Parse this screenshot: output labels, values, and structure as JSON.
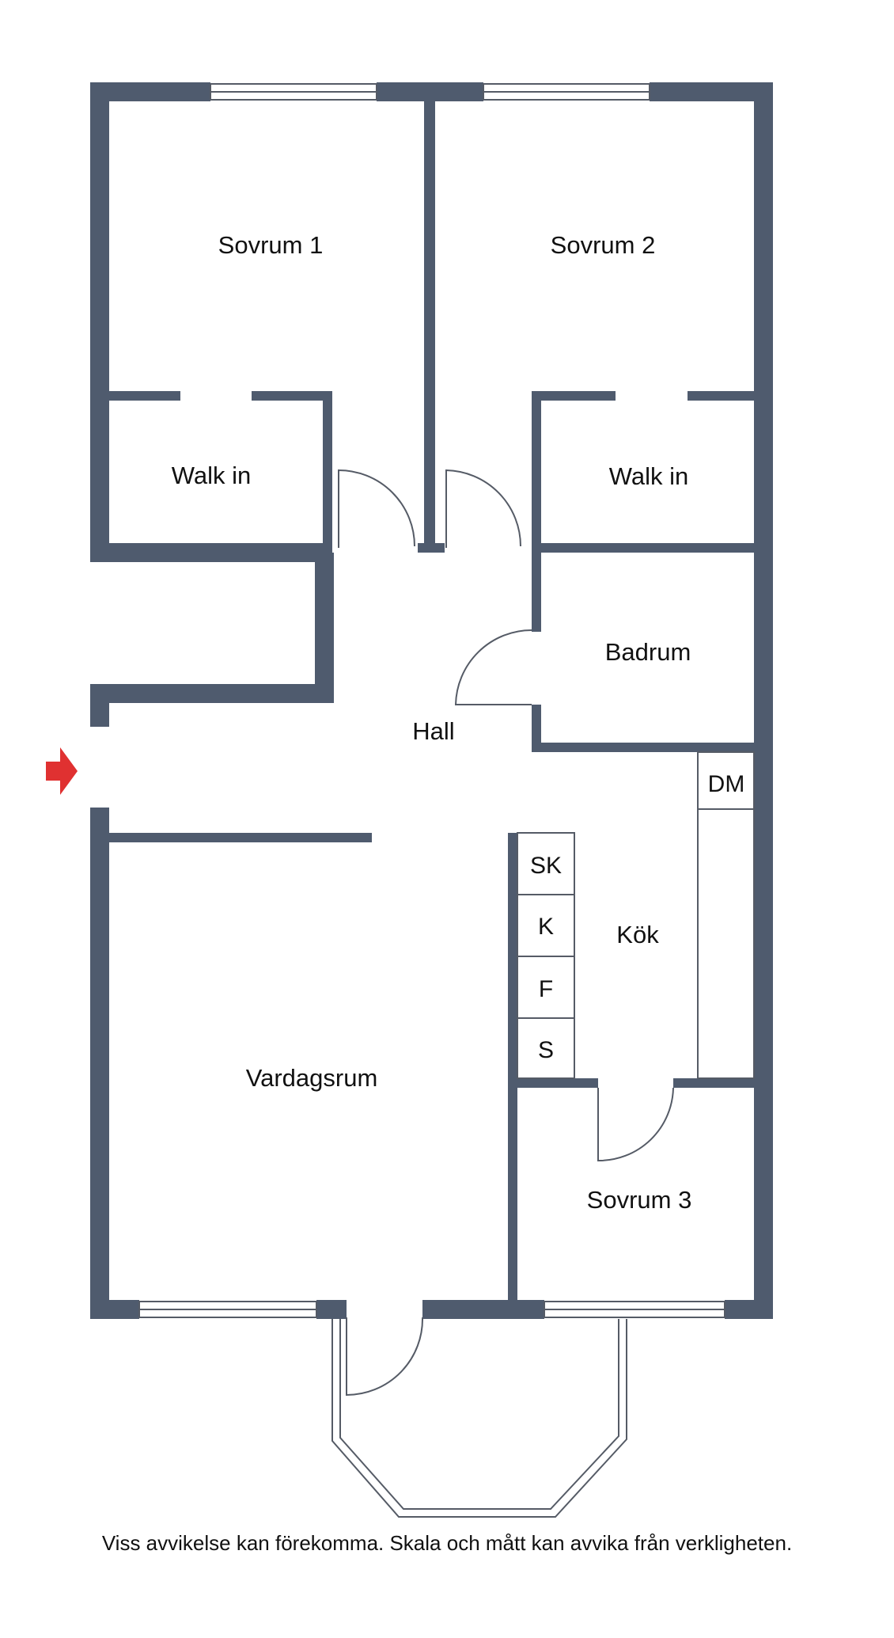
{
  "colors": {
    "wall": "#4f5b6e",
    "entrance_arrow": "#e03131",
    "line": "#555b66"
  },
  "rooms": {
    "sovrum1": "Sovrum 1",
    "sovrum2": "Sovrum 2",
    "walkin1": "Walk in",
    "walkin2": "Walk in",
    "badrum": "Badrum",
    "hall": "Hall",
    "kok": "Kök",
    "vardagsrum": "Vardagsrum",
    "sovrum3": "Sovrum 3"
  },
  "appliances": {
    "dm": "DM",
    "sk": "SK",
    "k": "K",
    "f": "F",
    "s": "S"
  },
  "caption": "Viss avvikelse kan förekomma. Skala och mått kan avvika från verkligheten."
}
